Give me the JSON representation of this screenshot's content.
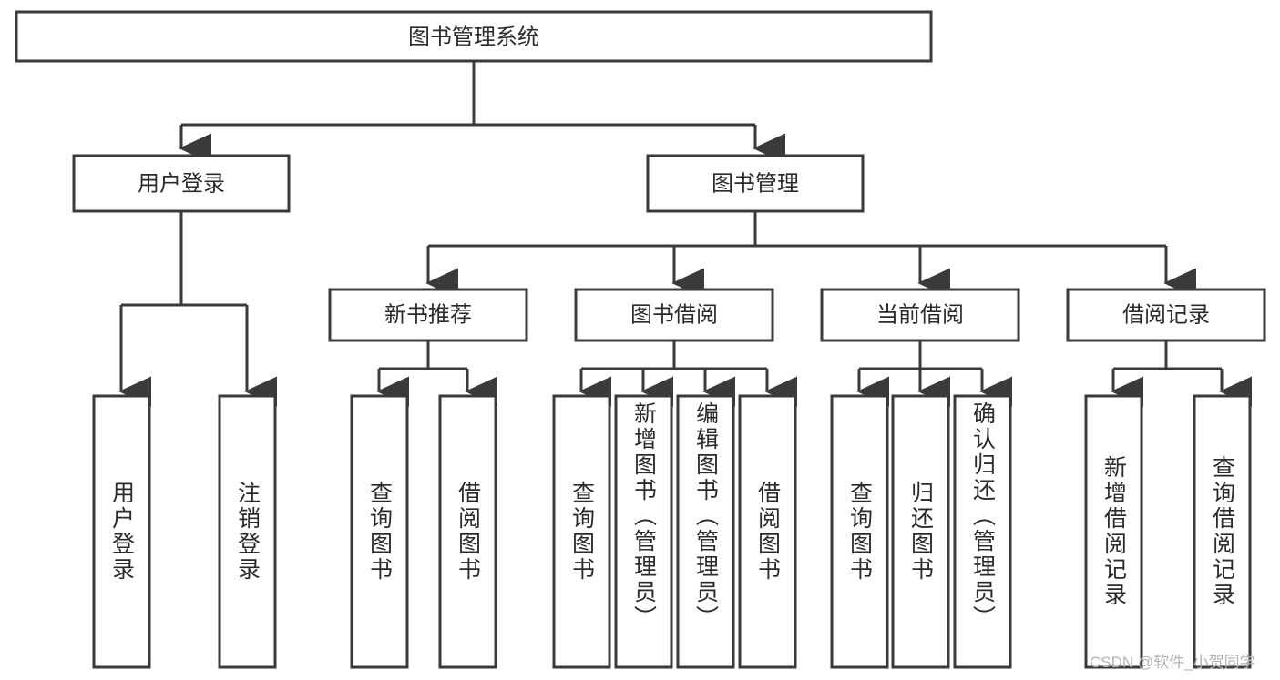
{
  "diagram": {
    "title": "图书管理系统",
    "type": "tree",
    "orientation": "top-down",
    "levels": 4,
    "colors": {
      "stroke": "#3a3a3a",
      "fill": "#ffffff",
      "text": "#2b2b2b",
      "watermark": "#b3b3b3",
      "background": "#ffffff"
    },
    "root": {
      "label": "图书管理系统"
    },
    "level2": [
      {
        "label": "用户登录"
      },
      {
        "label": "图书管理"
      }
    ],
    "level3": [
      {
        "label": "新书推荐"
      },
      {
        "label": "图书借阅"
      },
      {
        "label": "当前借阅"
      },
      {
        "label": "借阅记录"
      }
    ],
    "leaves": {
      "user_login": [
        {
          "label": "用户登录"
        },
        {
          "label": "注销登录"
        }
      ],
      "new_book_recommend": [
        {
          "label": "查询图书"
        },
        {
          "label": "借阅图书"
        }
      ],
      "book_borrow": [
        {
          "label": "查询图书"
        },
        {
          "label": "新增图书（管理员）"
        },
        {
          "label": "编辑图书（管理员）"
        },
        {
          "label": "借阅图书"
        }
      ],
      "current_borrow": [
        {
          "label": "查询图书"
        },
        {
          "label": "归还图书"
        },
        {
          "label": "确认归还（管理员）"
        }
      ],
      "borrow_record": [
        {
          "label": "新增借阅记录"
        },
        {
          "label": "查询借阅记录"
        }
      ]
    }
  },
  "watermark": {
    "text": "CSDN @软件_小贺同学"
  }
}
